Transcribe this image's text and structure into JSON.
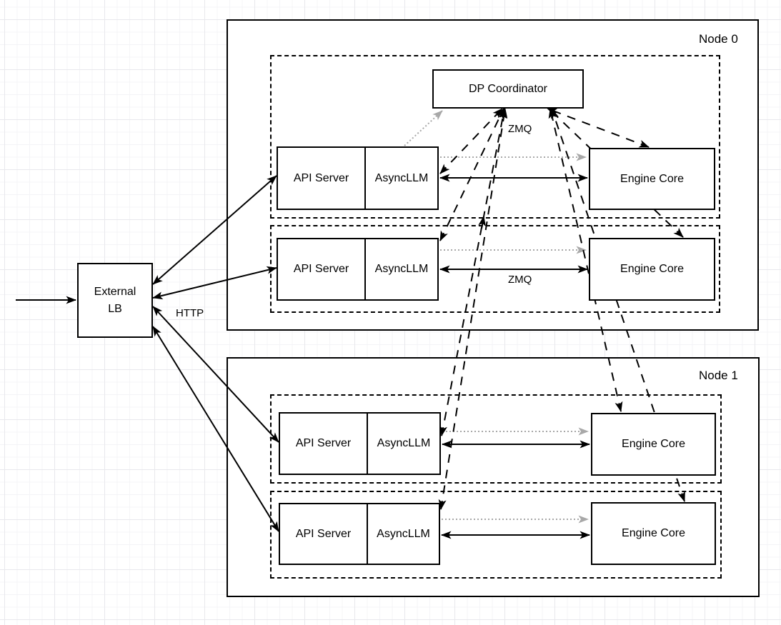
{
  "diagram": {
    "title_hint": "Data-parallel deployment diagram with external load balancer, API servers, engine cores and DP coordinator",
    "colors": {
      "line": "#000000",
      "muted_line": "#a8a8a8",
      "box_fill": "#ffffff",
      "grid_minor": "#f4f4f7",
      "grid_major": "#e8e8ec"
    },
    "external_lb": {
      "line1": "External",
      "line2": "LB"
    },
    "edge_labels": {
      "http": "HTTP",
      "zmq_coordinator": "ZMQ",
      "zmq_row": "ZMQ"
    },
    "nodes": [
      {
        "label": "Node 0",
        "coordinator": "DP Coordinator",
        "rows": [
          {
            "api": "API Server",
            "async": "AsyncLLM",
            "engine": "Engine Core"
          },
          {
            "api": "API Server",
            "async": "AsyncLLM",
            "engine": "Engine Core"
          }
        ]
      },
      {
        "label": "Node 1",
        "rows": [
          {
            "api": "API Server",
            "async": "AsyncLLM",
            "engine": "Engine Core"
          },
          {
            "api": "API Server",
            "async": "AsyncLLM",
            "engine": "Engine Core"
          }
        ]
      }
    ]
  }
}
